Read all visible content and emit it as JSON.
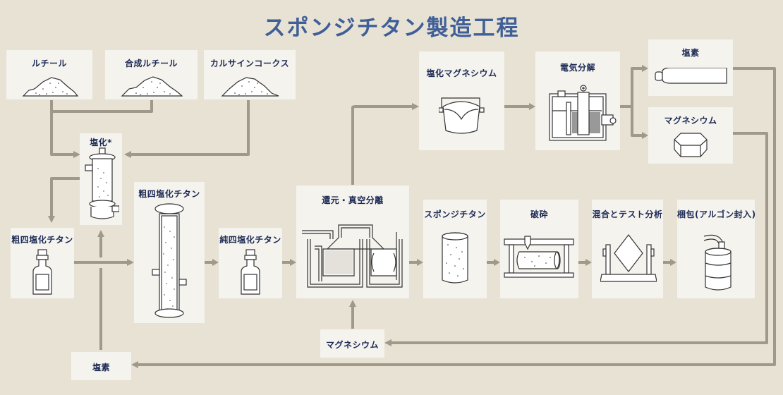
{
  "title": "スポンジチタン製造工程",
  "colors": {
    "background": "#e8e2d4",
    "box": "#f5f3ee",
    "title": "#3f5f98",
    "label": "#1c2a55",
    "connector": "#a09888"
  },
  "nodes": {
    "rutile": {
      "label": "ルチール",
      "icon": "powder-pile-icon"
    },
    "synthetic_rutile": {
      "label": "合成ルチール",
      "icon": "powder-pile-icon"
    },
    "calcined_coke": {
      "label": "カルサインコークス",
      "icon": "powder-pile-icon"
    },
    "chlorination": {
      "label": "塩化*",
      "icon": "chlorination-furnace-icon"
    },
    "crude_ticl4_a": {
      "label": "粗四塩化チタン",
      "icon": "bottle-icon"
    },
    "crude_ticl4_b": {
      "label": "粗四塩化チタン",
      "icon": "distillation-column-icon"
    },
    "pure_ticl4": {
      "label": "純四塩化チタン",
      "icon": "bottle-icon"
    },
    "reduction": {
      "label": "還元・真空分離",
      "icon": "reduction-vessel-icon"
    },
    "mgcl2": {
      "label": "塩化マグネシウム",
      "icon": "crucible-icon"
    },
    "electrolysis": {
      "label": "電気分解",
      "icon": "electrolysis-cell-icon"
    },
    "chlorine_top": {
      "label": "塩素",
      "icon": "gas-cylinder-icon"
    },
    "magnesium_top": {
      "label": "マグネシウム",
      "icon": "hexagonal-ingot-icon"
    },
    "sponge": {
      "label": "スポンジチタン",
      "icon": "sponge-cylinder-icon"
    },
    "crushing": {
      "label": "破砕",
      "icon": "crusher-icon"
    },
    "mixing": {
      "label": "混合とテスト分析",
      "icon": "mixer-icon"
    },
    "packing": {
      "label": "梱包(アルゴン封入)",
      "icon": "drum-icon"
    },
    "magnesium_bottom": {
      "label": "マグネシウム"
    },
    "chlorine_bottom": {
      "label": "塩素"
    }
  },
  "edges": [
    [
      "rutile",
      "chlorination"
    ],
    [
      "synthetic_rutile",
      "chlorination"
    ],
    [
      "calcined_coke",
      "chlorination"
    ],
    [
      "chlorination",
      "crude_ticl4_a"
    ],
    [
      "crude_ticl4_a",
      "crude_ticl4_b"
    ],
    [
      "chlorine_bottom",
      "chlorination"
    ],
    [
      "crude_ticl4_b",
      "pure_ticl4"
    ],
    [
      "pure_ticl4",
      "reduction"
    ],
    [
      "reduction",
      "mgcl2"
    ],
    [
      "mgcl2",
      "electrolysis"
    ],
    [
      "electrolysis",
      "chlorine_top"
    ],
    [
      "electrolysis",
      "magnesium_top"
    ],
    [
      "chlorine_top",
      "chlorine_bottom"
    ],
    [
      "magnesium_top",
      "magnesium_bottom"
    ],
    [
      "magnesium_bottom",
      "reduction"
    ],
    [
      "reduction",
      "sponge"
    ],
    [
      "sponge",
      "crushing"
    ],
    [
      "crushing",
      "mixing"
    ],
    [
      "mixing",
      "packing"
    ]
  ]
}
